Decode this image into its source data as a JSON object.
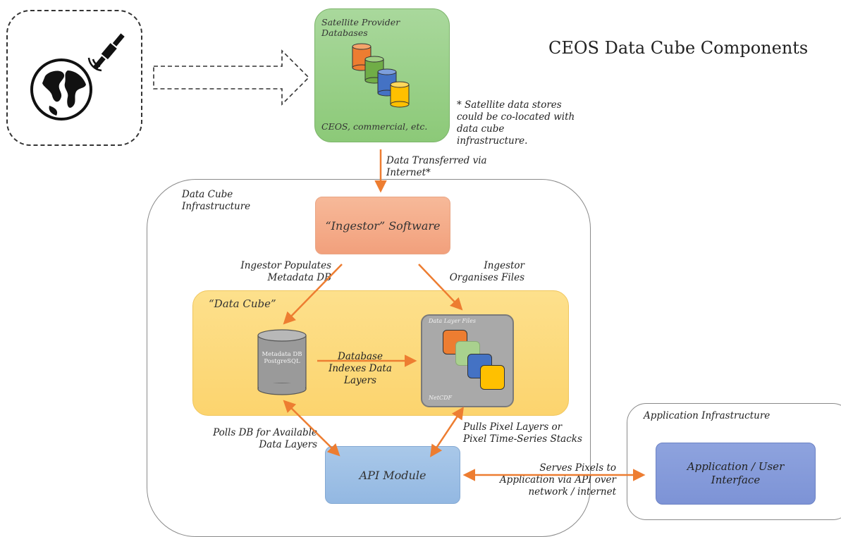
{
  "title": "CEOS Data Cube Components",
  "satellite_panel": {
    "satellite_icon": "satellite-icon",
    "earth_icon": "earth-globe-icon"
  },
  "provider": {
    "title": "Satellite Provider Databases",
    "footer": "CEOS, commercial, etc.",
    "db_colors": [
      "#ed7d31",
      "#70ad47",
      "#4472c4",
      "#ffc000"
    ]
  },
  "note": "* Satellite data stores could be co-located with data cube infrastructure.",
  "transfer_label": "Data Transferred via Internet*",
  "data_cube_infrastructure": {
    "label": "Data Cube Infrastructure",
    "ingestor": "“Ingestor” Software",
    "populates_label": "Ingestor Populates Metadata DB",
    "organises_label": "Ingestor Organises Files",
    "data_cube": {
      "label": "“Data Cube”",
      "metadata_db": "Metadata DB PostgreSQL",
      "indexes_label": "Database Indexes Data Layers",
      "files": {
        "title": "Data Layer Files",
        "footer": "NetCDF",
        "layer_colors": [
          "#ed7d31",
          "#a9d18e",
          "#4472c4",
          "#ffc000"
        ]
      }
    },
    "polls_label": "Polls DB for Available Data Layers",
    "pulls_label": "Pulls Pixel Layers or Pixel Time-Series Stacks",
    "api": "API Module"
  },
  "serves_label": "Serves Pixels to Application via API over network / internet",
  "application_infrastructure": {
    "label": "Application Infrastructure",
    "app": "Application / User Interface"
  },
  "colors": {
    "arrow": "#ed7d31"
  }
}
